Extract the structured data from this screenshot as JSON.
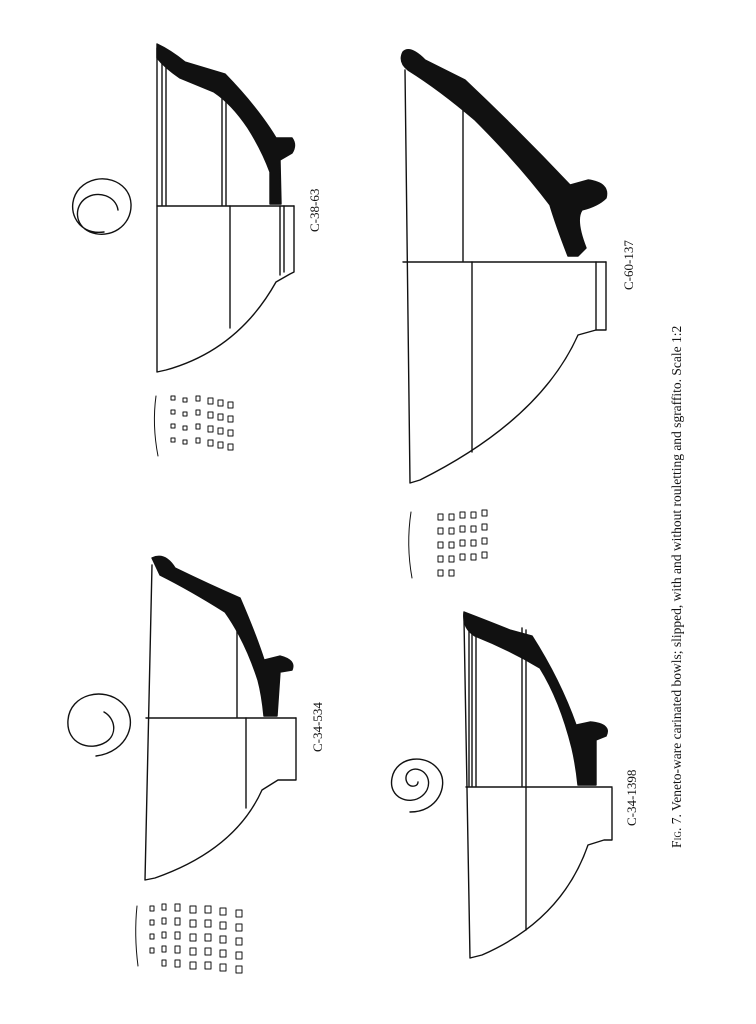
{
  "figure": {
    "caption_prefix": "Fig.",
    "caption_number": "7.",
    "caption_text": "Veneto-ware carinated bowls; slipped, with and without rouletting and sgraffito. Scale 1:2"
  },
  "specimens": [
    {
      "id": "C-38-63"
    },
    {
      "id": "C-34-534"
    },
    {
      "id": "C-60-137"
    },
    {
      "id": "C-34-1398"
    }
  ],
  "colors": {
    "ink": "#111111",
    "paper": "#ffffff"
  }
}
